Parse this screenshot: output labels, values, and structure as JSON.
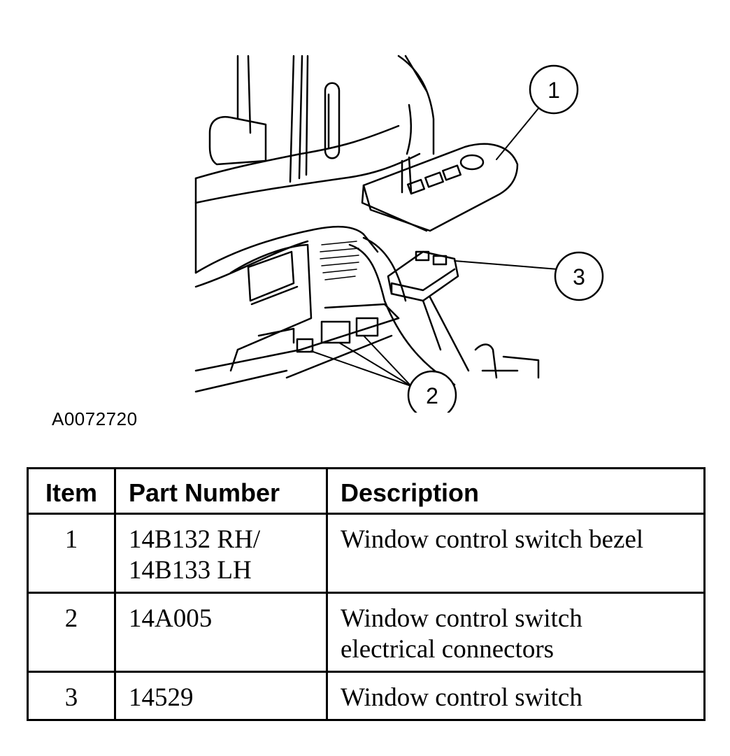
{
  "callouts": [
    {
      "number": "1",
      "target": "bezel"
    },
    {
      "number": "2",
      "target": "connectors"
    },
    {
      "number": "3",
      "target": "switch"
    }
  ],
  "figure_id": "A0072720",
  "table": {
    "headers": {
      "item": "Item",
      "part_number": "Part Number",
      "description": "Description"
    },
    "rows": [
      {
        "item": "1",
        "part_number": [
          "14B132 RH/",
          "14B133 LH"
        ],
        "description": [
          "Window control switch bezel"
        ]
      },
      {
        "item": "2",
        "part_number": [
          "14A005"
        ],
        "description": [
          "Window control switch",
          "electrical connectors"
        ]
      },
      {
        "item": "3",
        "part_number": [
          "14529"
        ],
        "description": [
          "Window control switch"
        ]
      }
    ]
  }
}
